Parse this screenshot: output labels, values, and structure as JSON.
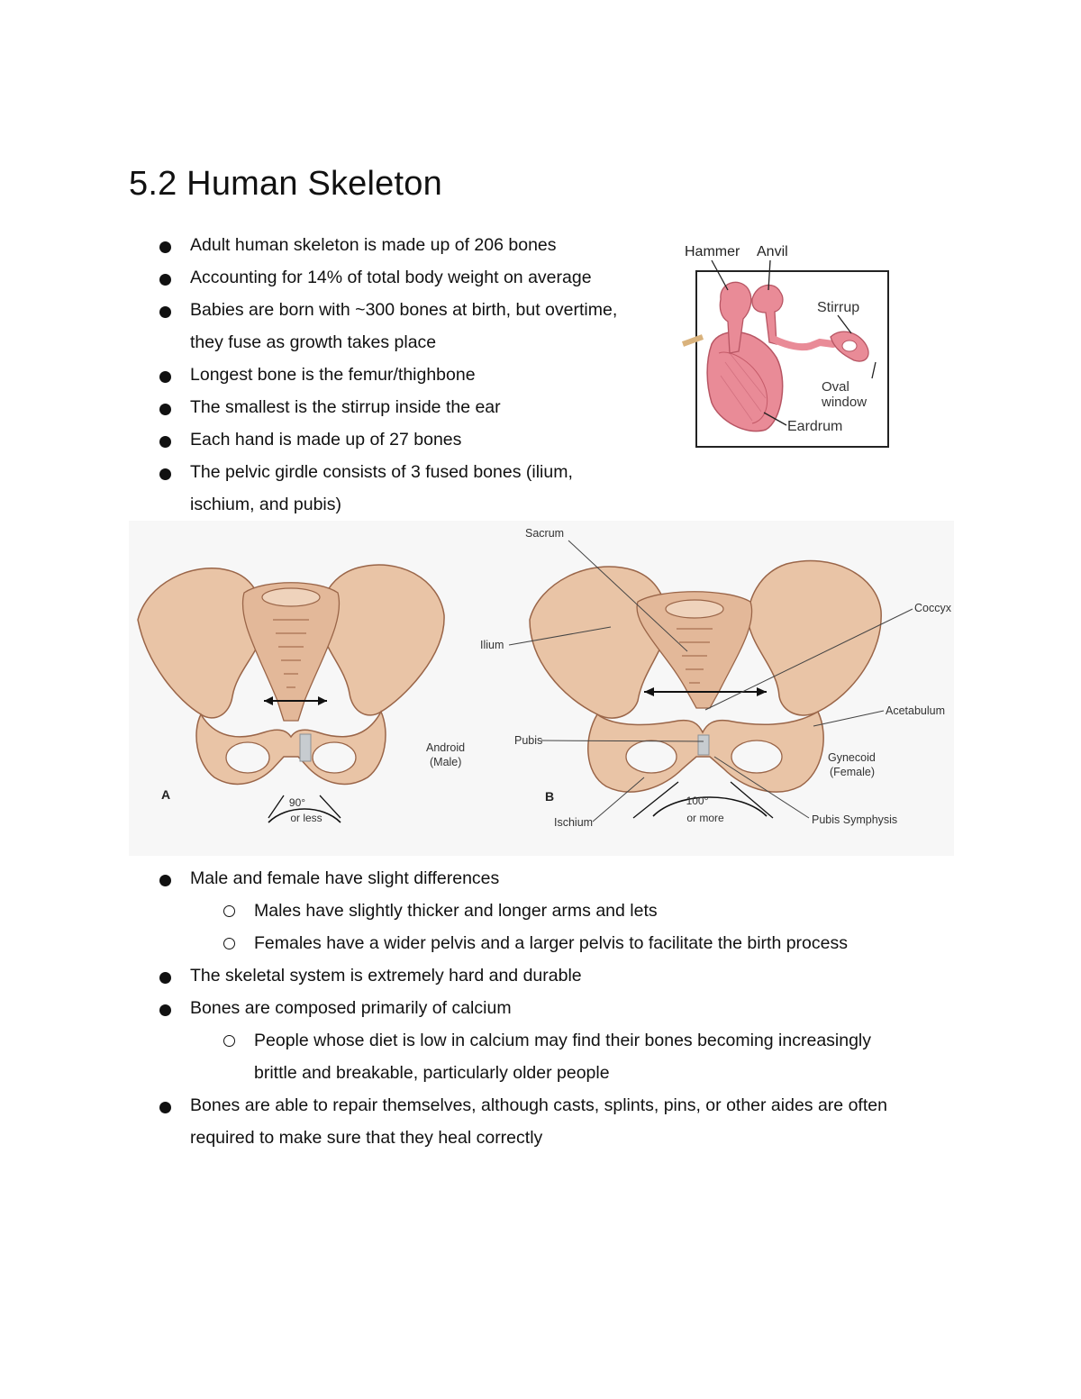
{
  "title": "5.2 Human Skeleton",
  "list1": [
    {
      "text": "Adult human skeleton is made up of 206 bones"
    },
    {
      "text": "Accounting for 14% of total body weight on average"
    },
    {
      "text": "Babies are born with ~300 bones at birth, but overtime, they fuse as growth takes place"
    },
    {
      "text": "Longest bone is the femur/thighbone"
    },
    {
      "text": "The smallest is the stirrup inside the ear"
    },
    {
      "text": "Each hand is made up of 27 bones"
    },
    {
      "text": "The pelvic girdle consists of 3 fused bones (ilium, ischium, and pubis)"
    }
  ],
  "ear_figure": {
    "hammer": "Hammer",
    "anvil": "Anvil",
    "stirrup": "Stirrup",
    "oval_window_1": "Oval",
    "oval_window_2": "window",
    "eardrum": "Eardrum"
  },
  "pelvis_figure": {
    "sacrum": "Sacrum",
    "coccyx": "Coccyx",
    "ilium": "Ilium",
    "acetabulum": "Acetabulum",
    "pubis": "Pubis",
    "android_1": "Android",
    "android_2": "(Male)",
    "gynecoid_1": "Gynecoid",
    "gynecoid_2": "(Female)",
    "label_a": "A",
    "label_b": "B",
    "angle_a_1": "90°",
    "angle_a_2": "or less",
    "angle_b_1": "100°",
    "angle_b_2": "or more",
    "ischium": "Ischium",
    "pubis_symphysis": "Pubis Symphysis"
  },
  "list2": {
    "item1": "Male and female have slight differences",
    "item1_sub1": "Males have slightly thicker and longer arms and lets",
    "item1_sub2": "Females have a wider pelvis and a larger pelvis to facilitate the birth process",
    "item2": "The skeletal system is extremely hard and durable",
    "item3": "Bones are composed primarily of calcium",
    "item3_sub1_line1": "People whose diet is low in calcium may find their bones becoming increasingly",
    "item3_sub1_line2": "brittle and breakable, particularly older people",
    "item4_line1": "Bones are able to repair themselves, although casts, splints, pins, or other aides are often",
    "item4_line2": "required to make sure that they heal correctly"
  },
  "colors": {
    "bone_fill": "#e9c4a6",
    "bone_shade": "#c99575",
    "bone_outline": "#9a6548",
    "ear_fill": "#e98b97",
    "ear_dark": "#c45a68",
    "figure_bg": "#f7f7f7"
  }
}
